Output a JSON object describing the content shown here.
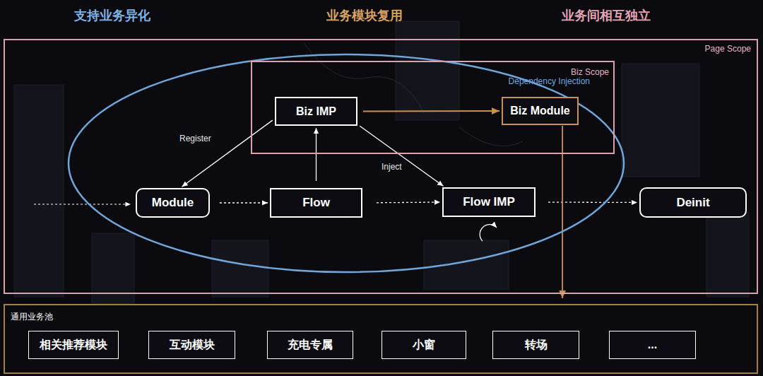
{
  "diagram": {
    "nodes": [
      {
        "text": [
          "Page Scope"
        ]
      },
      {
        "text": [
          "Biz Scope"
        ],
        "in": 0
      },
      {
        "text": [
          "Biz IMP"
        ],
        "in": 1
      },
      {
        "text": [
          "Biz Module"
        ],
        "in": 1
      },
      {
        "text": [
          "Dependency Injection"
        ],
        "in": 0
      },
      {
        "text": [
          "Module"
        ],
        "in": 4
      },
      {
        "text": [
          "Flow"
        ],
        "in": 4
      },
      {
        "text": [
          "Flow IMP"
        ],
        "in": 4
      },
      {
        "text": [
          "Deinit"
        ],
        "in": 0
      },
      {
        "text": [
          "通用业务池"
        ]
      },
      {
        "text": [
          "相关推荐模块"
        ],
        "in": 9
      },
      {
        "text": [
          "互动模块"
        ],
        "in": 9
      },
      {
        "text": [
          "充电专属"
        ],
        "in": 9
      },
      {
        "text": [
          "小窗"
        ],
        "in": 9
      },
      {
        "text": [
          "转场"
        ],
        "in": 9
      },
      {
        "text": [
          "..."
        ],
        "in": 9
      }
    ],
    "edges": [
      {
        "from": 5,
        "to": 6,
        "arrow": "to"
      },
      {
        "from": 6,
        "to": 7,
        "arrow": "to"
      },
      {
        "from": 7,
        "to": 8,
        "arrow": "to"
      },
      {
        "from": 6,
        "to": 2,
        "arrow": "to"
      },
      {
        "from": 2,
        "to": 5,
        "label": "Register",
        "arrow": "to"
      },
      {
        "from": 2,
        "to": 7,
        "label": "Inject",
        "arrow": "to"
      },
      {
        "from": 2,
        "to": 3,
        "arrow": "to"
      },
      {
        "from": 3,
        "to": 9,
        "arrow": "to"
      }
    ],
    "labels": [
      "支持业务异化",
      "业务模块复用",
      "业务间相互独立"
    ]
  }
}
